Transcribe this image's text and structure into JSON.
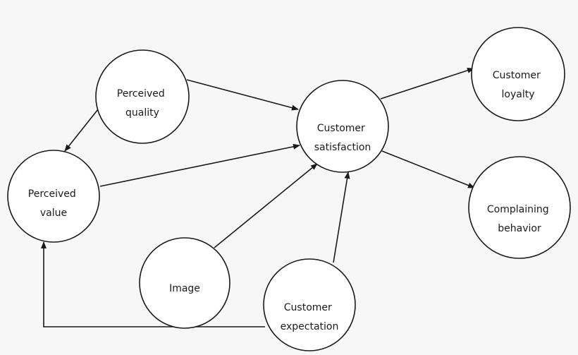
{
  "diagram": {
    "nodes": {
      "perceived_quality": {
        "lines": [
          "Perceived",
          "quality"
        ]
      },
      "perceived_value": {
        "lines": [
          "Perceived",
          "value"
        ]
      },
      "image": {
        "lines": [
          "Image"
        ]
      },
      "customer_expectation": {
        "lines": [
          "Customer",
          "expectation"
        ]
      },
      "customer_satisfaction": {
        "lines": [
          "Customer",
          "satisfaction"
        ]
      },
      "customer_loyalty": {
        "lines": [
          "Customer",
          "loyalty"
        ]
      },
      "complaining_behavior": {
        "lines": [
          "Complaining",
          "behavior"
        ]
      }
    },
    "edges": [
      {
        "from": "perceived_quality",
        "to": "customer_satisfaction"
      },
      {
        "from": "perceived_quality",
        "to": "perceived_value"
      },
      {
        "from": "perceived_value",
        "to": "customer_satisfaction"
      },
      {
        "from": "image",
        "to": "customer_satisfaction"
      },
      {
        "from": "customer_expectation",
        "to": "customer_satisfaction"
      },
      {
        "from": "customer_expectation",
        "to": "perceived_value"
      },
      {
        "from": "customer_satisfaction",
        "to": "customer_loyalty"
      },
      {
        "from": "customer_satisfaction",
        "to": "complaining_behavior"
      }
    ],
    "colors": {
      "background": "#f7f7f7",
      "node_fill": "#ffffff",
      "stroke": "#1a1a1a"
    }
  }
}
